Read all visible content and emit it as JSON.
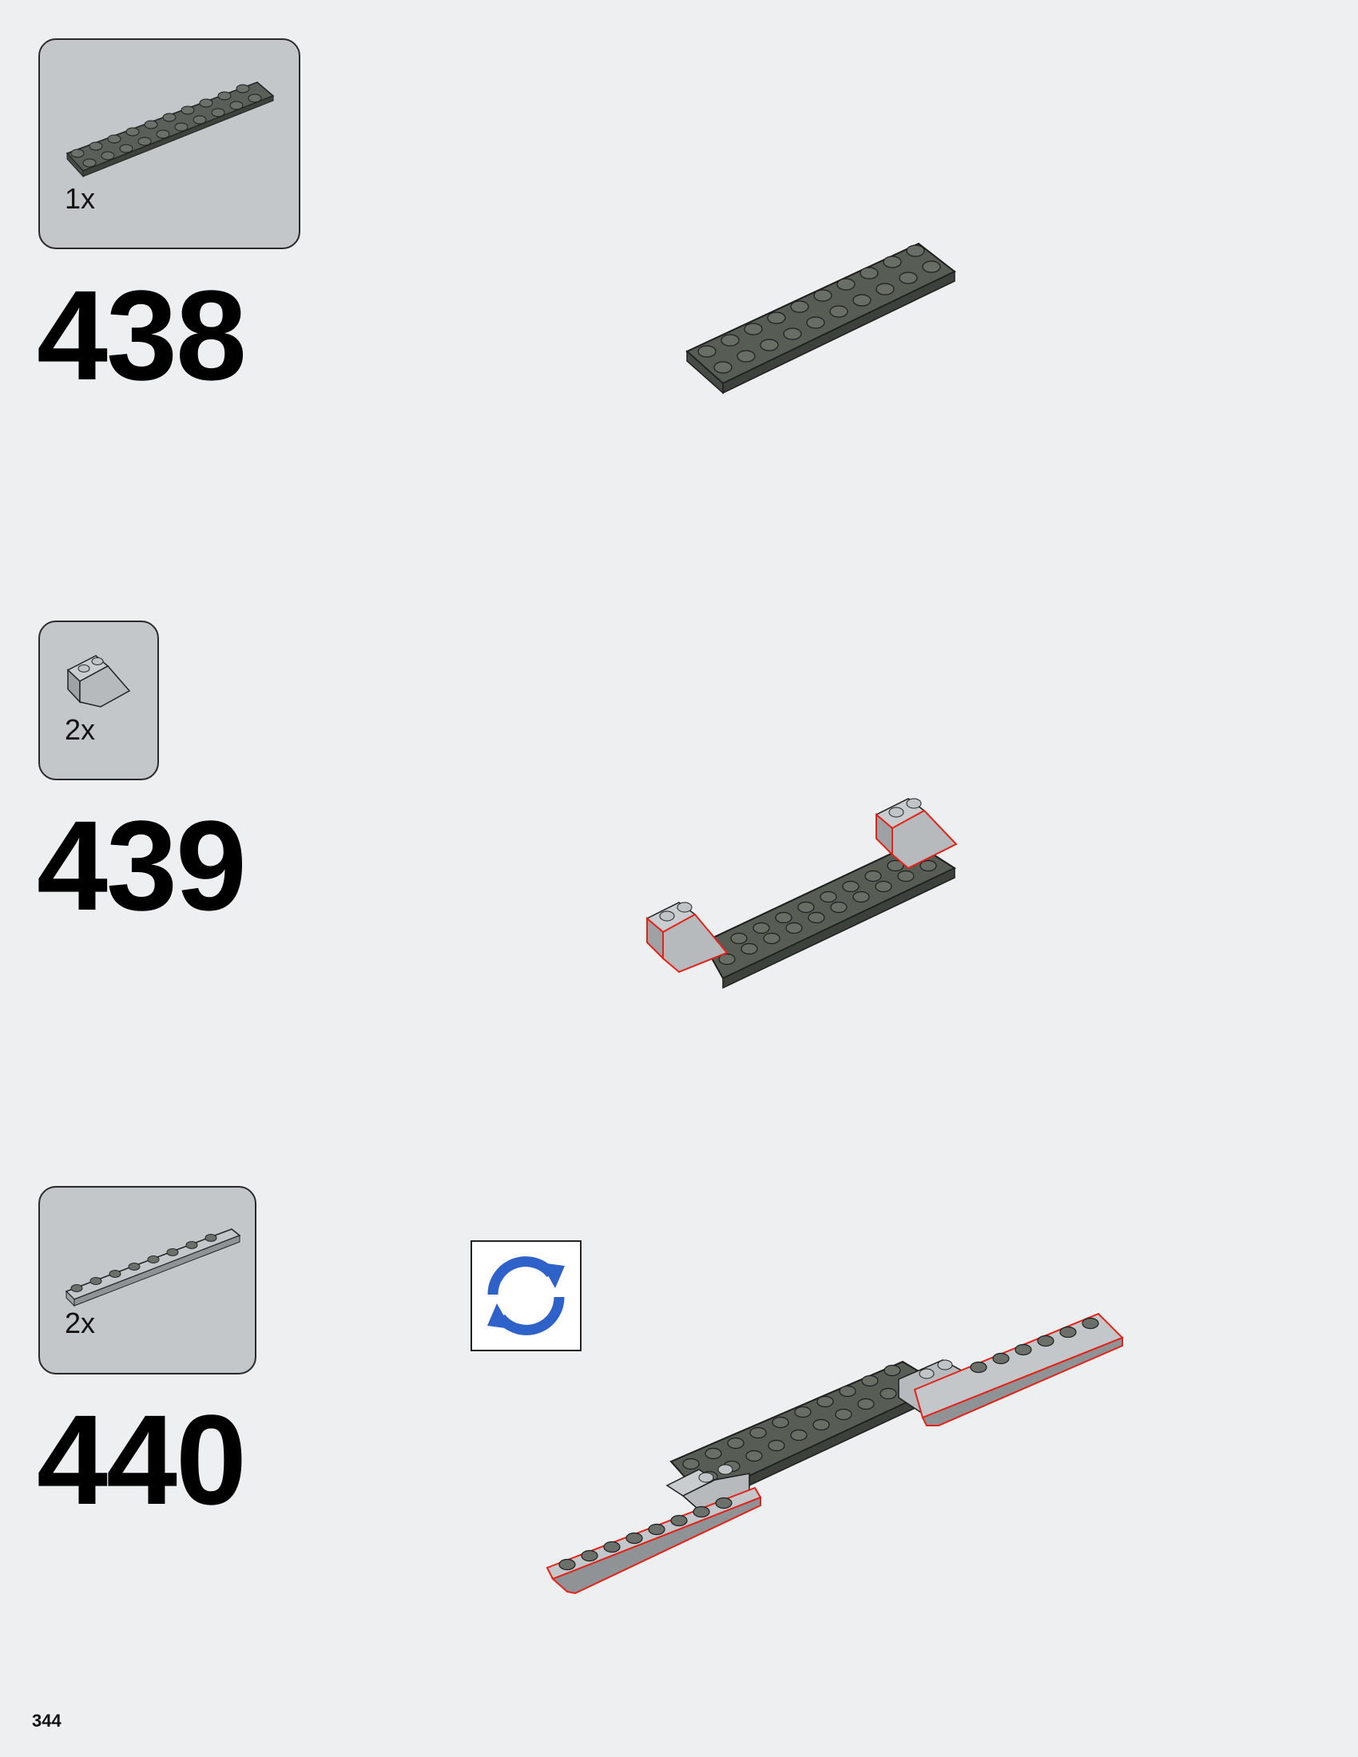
{
  "page": {
    "number": "344"
  },
  "steps": [
    {
      "number": "438",
      "parts_qty": "1x",
      "part": "dark-gray-2x10-plate"
    },
    {
      "number": "439",
      "parts_qty": "2x",
      "part": "light-gray-2x2-slope"
    },
    {
      "number": "440",
      "parts_qty": "2x",
      "part": "light-gray-1x8-plate-with-rail"
    }
  ],
  "icons": {
    "rotate": "rotate-model-icon"
  },
  "colors": {
    "background": "#eeeff1",
    "parts_box": "#c3c7ca",
    "dark_gray_brick": "#50554f",
    "light_gray_brick": "#b4b8bb",
    "highlight": "#e2231a",
    "rotate_icon": "#2f62c8"
  }
}
